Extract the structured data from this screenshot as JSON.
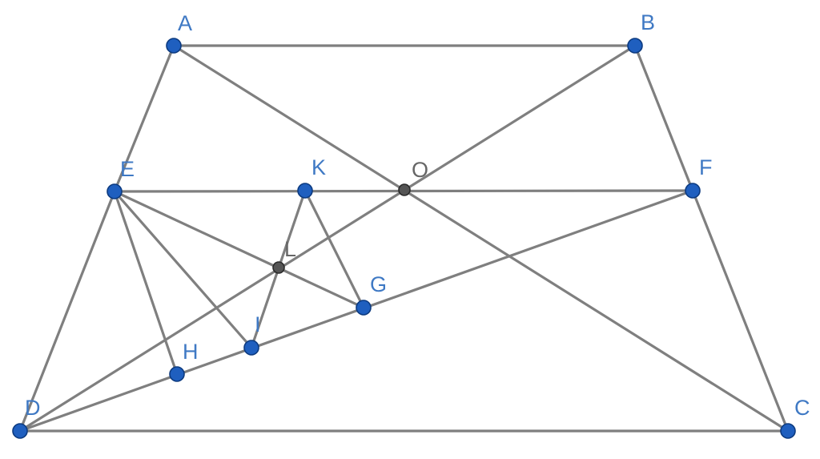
{
  "colors": {
    "segment": "#7f7f7f",
    "free_point": "#1f5fbf",
    "dependent_point": "#555555",
    "free_label": "#3f79c4",
    "dependent_label": "#666666"
  },
  "points": [
    {
      "id": "A",
      "label": "A",
      "kind": "free"
    },
    {
      "id": "B",
      "label": "B",
      "kind": "free"
    },
    {
      "id": "C",
      "label": "C",
      "kind": "free"
    },
    {
      "id": "D",
      "label": "D",
      "kind": "free"
    },
    {
      "id": "E",
      "label": "E",
      "kind": "free"
    },
    {
      "id": "F",
      "label": "F",
      "kind": "free"
    },
    {
      "id": "G",
      "label": "G",
      "kind": "free"
    },
    {
      "id": "H",
      "label": "H",
      "kind": "free"
    },
    {
      "id": "I",
      "label": "I",
      "kind": "free"
    },
    {
      "id": "K",
      "label": "K",
      "kind": "free"
    },
    {
      "id": "L",
      "label": "L",
      "kind": "dependent"
    },
    {
      "id": "O",
      "label": "O",
      "kind": "dependent"
    }
  ],
  "segments": [
    [
      "A",
      "B"
    ],
    [
      "B",
      "F"
    ],
    [
      "F",
      "C"
    ],
    [
      "C",
      "D"
    ],
    [
      "D",
      "E"
    ],
    [
      "E",
      "A"
    ],
    [
      "E",
      "F"
    ],
    [
      "A",
      "C"
    ],
    [
      "B",
      "D"
    ],
    [
      "D",
      "F"
    ],
    [
      "E",
      "H"
    ],
    [
      "E",
      "I"
    ],
    [
      "E",
      "G"
    ],
    [
      "K",
      "I"
    ],
    [
      "K",
      "G"
    ]
  ]
}
